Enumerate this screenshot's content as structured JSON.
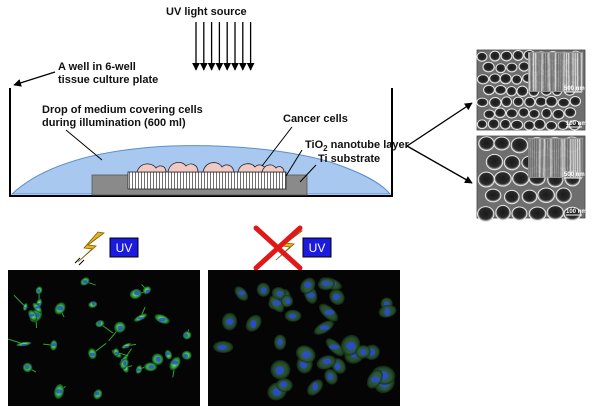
{
  "labels": {
    "uv_source": "UV light source",
    "well_line1": "A well in 6-well",
    "well_line2": "tissue culture plate",
    "drop_line1": "Drop of medium covering cells",
    "drop_line2": "during illumination (600 ml)",
    "cancer_cells": "Cancer cells",
    "nanotube_prefix": "TiO",
    "nanotube_sub": "2",
    "nanotube_suffix": " nanotube layer",
    "substrate": "Ti substrate"
  },
  "sem_images": [
    {
      "scale_top": "500 nm",
      "scale_bottom": "100 nm"
    },
    {
      "scale_top": "500 nm",
      "scale_bottom": "100 nm"
    }
  ],
  "uv_badges": [
    {
      "text": "UV",
      "crossed": false
    },
    {
      "text": "UV",
      "crossed": true
    }
  ],
  "colors": {
    "medium_blue": "#a8c8f0",
    "uv_badge": "#1a1ae0",
    "lightning": "#e9b21a",
    "cross_red": "#e01818",
    "substrate_gray": "#8a8a8a",
    "cell_pink": "#f0c8c4"
  }
}
